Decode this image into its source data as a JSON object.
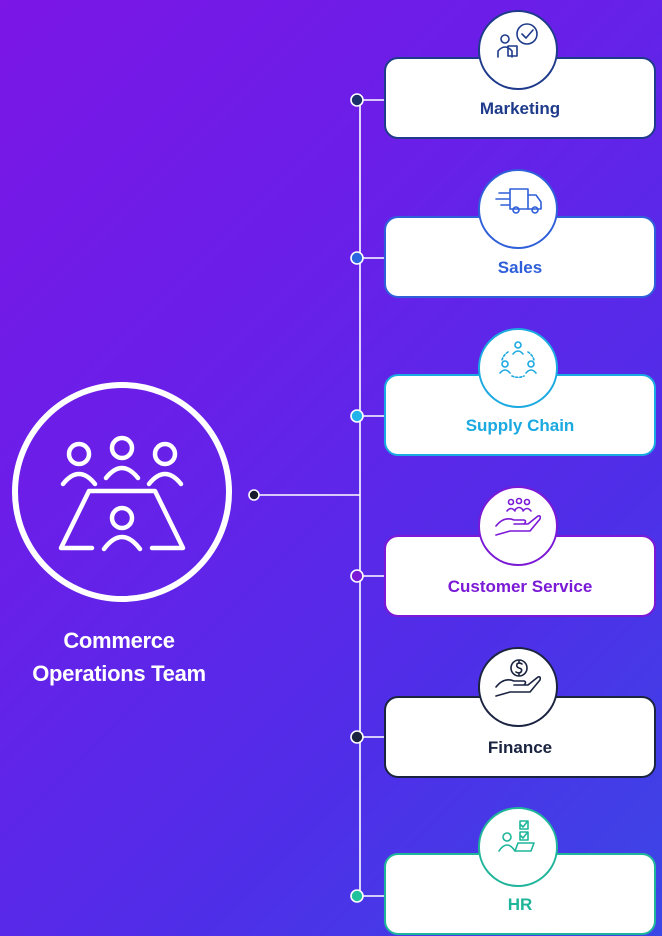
{
  "team": {
    "line1": "Commerce",
    "line2": "Operations Team",
    "icon": "meeting-table-icon"
  },
  "departments": [
    {
      "name": "Marketing",
      "icon": "presenter-clock-icon",
      "color": "#1e3a8a",
      "node_color": "#1b2f6b"
    },
    {
      "name": "Sales",
      "icon": "delivery-truck-icon",
      "color": "#2f5fd9",
      "node_color": "#2a66e0"
    },
    {
      "name": "Supply Chain",
      "icon": "network-people-icon",
      "color": "#1aa9e0",
      "node_color": "#22b3ea"
    },
    {
      "name": "Customer Service",
      "icon": "hand-people-icon",
      "color": "#7a19d6",
      "node_color": "#7a19d6"
    },
    {
      "name": "Finance",
      "icon": "hand-money-icon",
      "color": "#1a2340",
      "node_color": "#1a2340"
    },
    {
      "name": "HR",
      "icon": "person-checklist-icon",
      "color": "#1fb59a",
      "node_color": "#20c29c"
    }
  ]
}
